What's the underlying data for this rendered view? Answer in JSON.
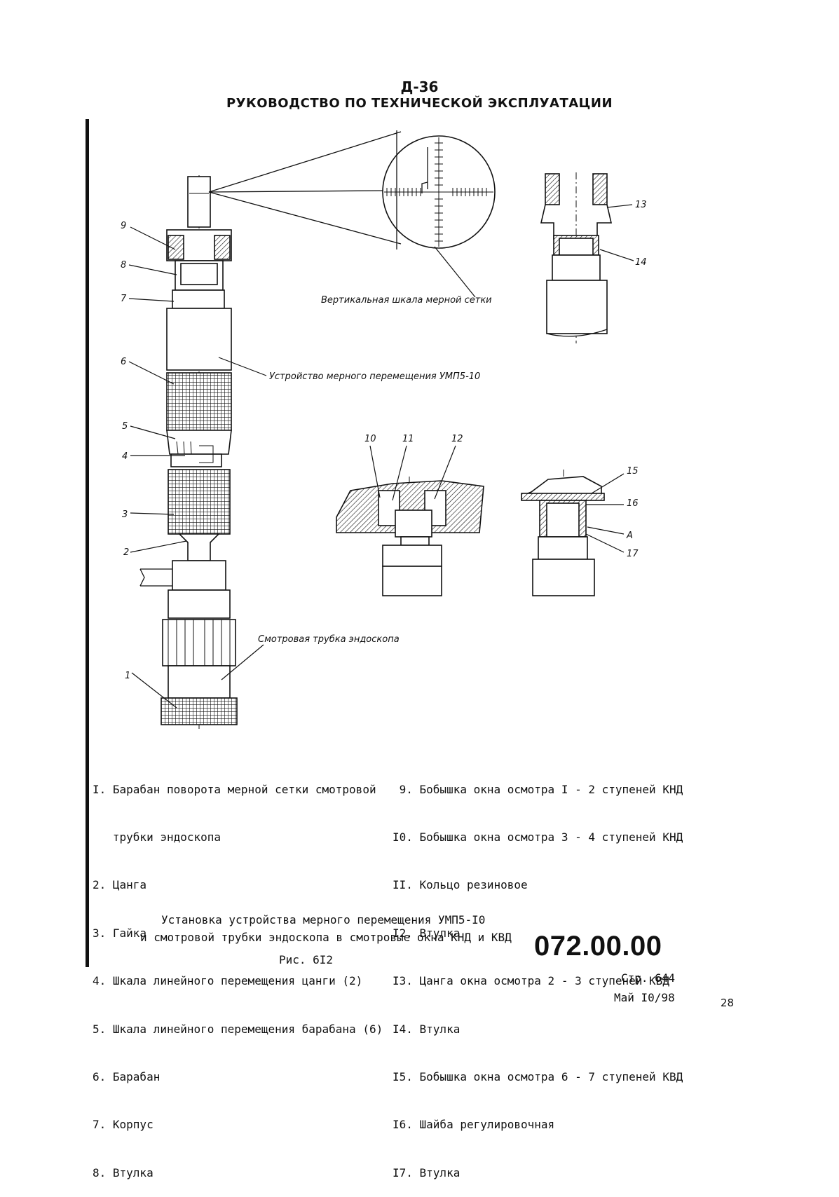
{
  "header": {
    "title": "Д-36",
    "subtitle": "РУКОВОДСТВО ПО ТЕХНИЧЕСКОЙ ЭКСПЛУАТАЦИИ"
  },
  "diagram": {
    "labels": {
      "vertical_scale": "Вертикальная шкала мерной сетки",
      "device": "Устройство мерного перемещения  УМП5-10",
      "viewing_tube": "Смотровая трубка эндоскопа",
      "letter_a": "A"
    },
    "callouts": [
      "1",
      "2",
      "3",
      "4",
      "5",
      "6",
      "7",
      "8",
      "9",
      "10",
      "11",
      "12",
      "13",
      "14",
      "15",
      "16",
      "17"
    ]
  },
  "legend": {
    "left": [
      "I. Барабан поворота мерной сетки смотровой",
      "   трубки эндоскопа",
      "2. Цанга",
      "3. Гайка",
      "4. Шкала линейного перемещения цанги (2)",
      "5. Шкала линейного перемещения барабана (6)",
      "6. Барабан",
      "7. Корпус",
      "8. Втулка"
    ],
    "right": [
      " 9. Бобышка окна осмотра I - 2 ступеней КНД",
      "I0. Бобышка окна осмотра 3 - 4 ступеней КНД",
      "II. Кольцо резиновое",
      "I2. Втулка",
      "I3. Цанга окна осмотра 2 - 3 ступеней КВД",
      "I4. Втулка",
      "I5. Бобышка окна осмотра 6 - 7 ступеней КВД",
      "I6. Шайба регулировочная",
      "I7. Втулка"
    ]
  },
  "caption": {
    "line1": "Установка устройства мерного перемещения УМП5-I0",
    "line2": "и смотровой трубки эндоскопа в смотровые окна КНД и КВД",
    "figure": "Рис. 6I2"
  },
  "footer": {
    "doc_number": "072.00.00",
    "page": "Стр. 644",
    "date": "Май I0/98",
    "sheet": "28"
  }
}
